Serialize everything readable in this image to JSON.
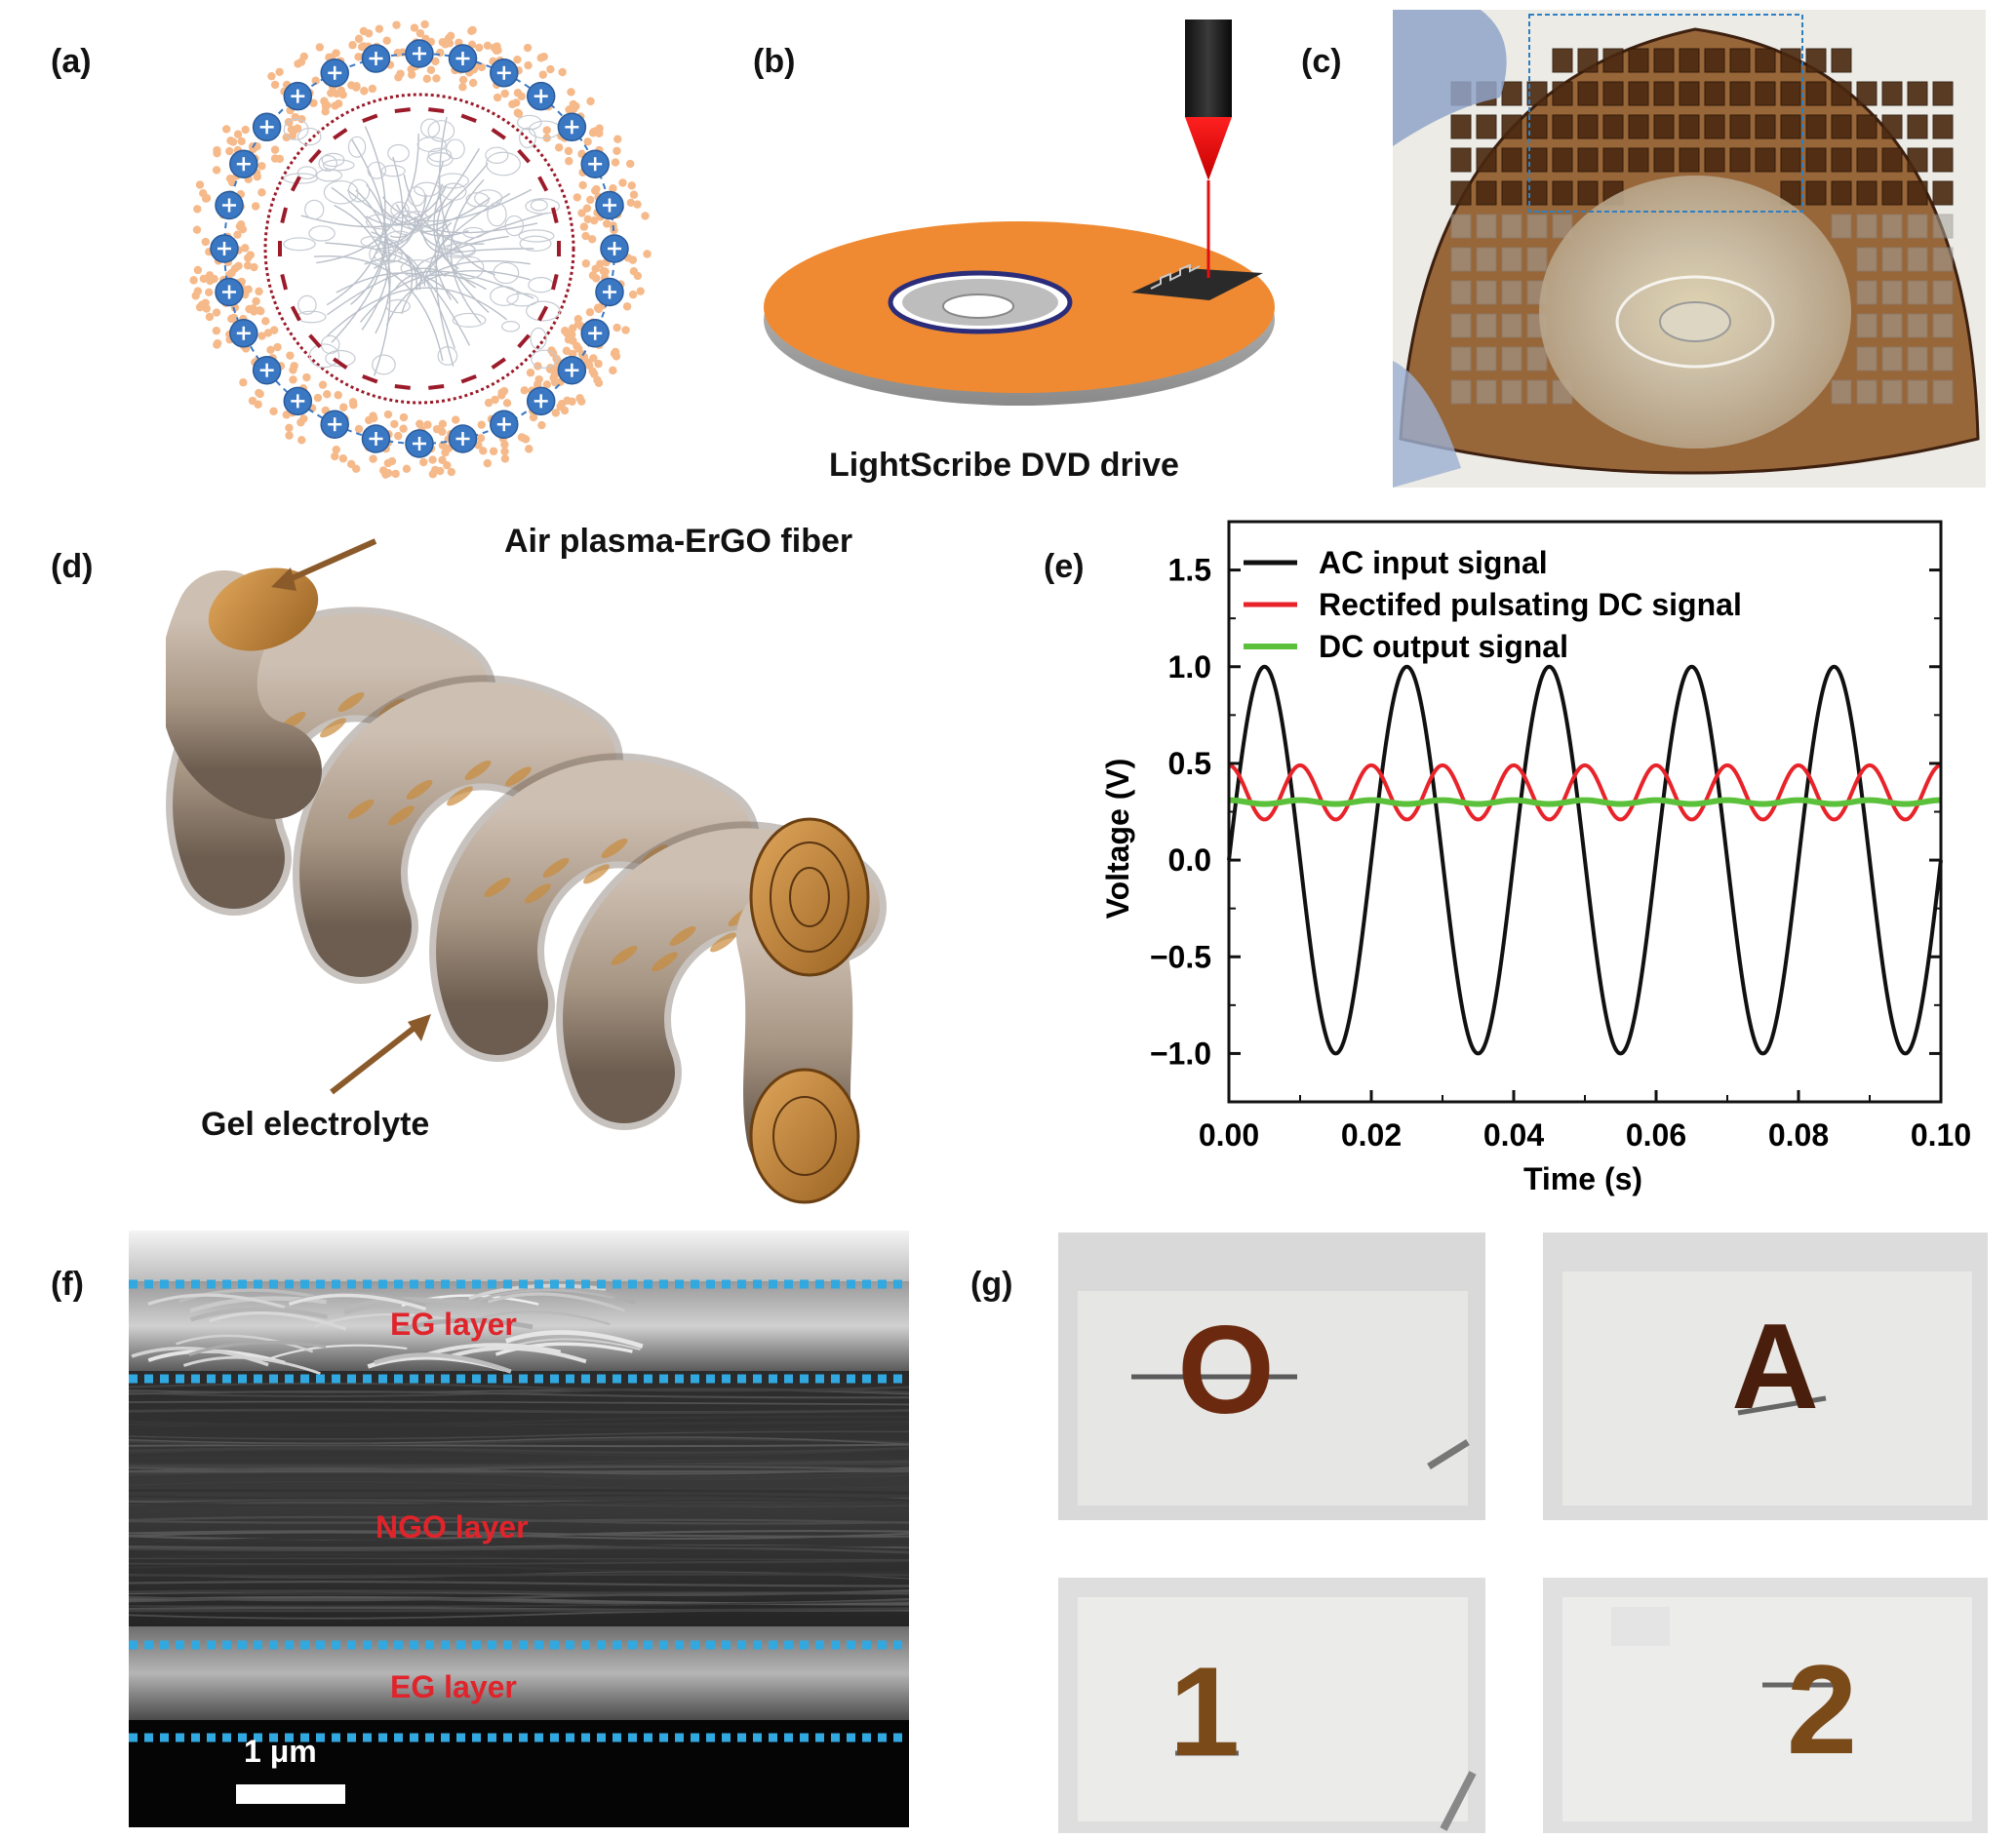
{
  "panels": {
    "a": {
      "label": "(a)"
    },
    "b": {
      "label": "(b)",
      "caption": "LightScribe DVD drive"
    },
    "c": {
      "label": "(c)"
    },
    "d": {
      "label": "(d)",
      "fiber_label": "Air plasma-ErGO fiber",
      "gel_label": "Gel electrolyte"
    },
    "e": {
      "label": "(e)"
    },
    "f": {
      "label": "(f)",
      "layers": [
        "EG layer",
        "NGO layer",
        "EG layer"
      ],
      "scale_bar": "1 μm"
    },
    "g": {
      "label": "(g)",
      "letters": [
        "O",
        "A",
        "1",
        "2"
      ]
    }
  },
  "colors": {
    "orange_disc": "#ef8a32",
    "fiber_gold": "#c98a3a",
    "fiber_grey": "#b9a899",
    "ion_blue": "#3b78c4",
    "ac_signal": "#111111",
    "rectified_signal": "#e8232a",
    "dc_signal": "#5cc13a",
    "layer_line": "#32a8e0"
  },
  "chart_data": {
    "type": "line",
    "title": "",
    "xlabel": "Time (s)",
    "ylabel": "Voltage (V)",
    "xlim": [
      0.0,
      0.1
    ],
    "ylim": [
      -1.25,
      1.75
    ],
    "xticks": [
      "0.00",
      "0.02",
      "0.04",
      "0.06",
      "0.08",
      "0.10"
    ],
    "yticks": [
      "1.5",
      "1.0",
      "0.5",
      "0.0",
      "−0.5",
      "−1.0"
    ],
    "legend_position": "top-left",
    "series": [
      {
        "name": "AC input signal",
        "color": "#111111",
        "frequency_hz": 50,
        "amplitude": 1.0,
        "offset": 0.0,
        "phase": 0.0
      },
      {
        "name": "Rectifed pulsating DC signal",
        "color": "#e8232a",
        "frequency_hz": 100,
        "amplitude": 0.14,
        "offset": 0.35,
        "phase": 0.0
      },
      {
        "name": "DC output signal",
        "color": "#5cc13a",
        "frequency_hz": 100,
        "amplitude": 0.01,
        "offset": 0.3,
        "phase": 0.0
      }
    ]
  }
}
